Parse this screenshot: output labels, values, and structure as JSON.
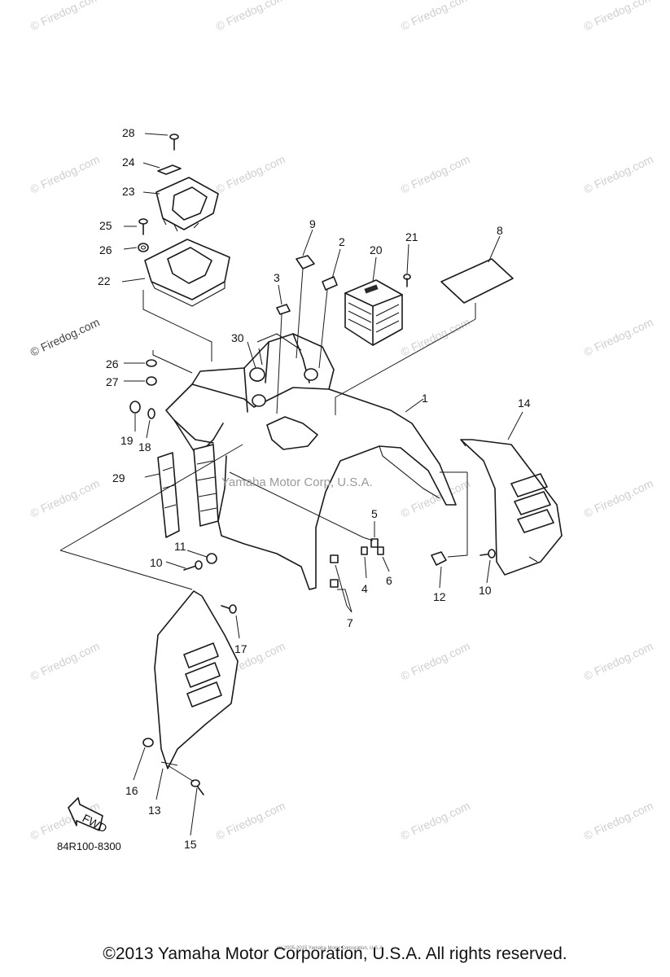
{
  "watermark": {
    "text": "© Firedog.com",
    "center_text": "Yamaha Motor Corp, U.S.A.",
    "color": "#cfcfcf"
  },
  "callouts": {
    "c1": "1",
    "c2": "2",
    "c3": "3",
    "c4": "4",
    "c5": "5",
    "c6": "6",
    "c7": "7",
    "c8": "8",
    "c9": "9",
    "c10a": "10",
    "c10b": "10",
    "c11": "11",
    "c12": "12",
    "c13": "13",
    "c14": "14",
    "c15": "15",
    "c16": "16",
    "c17": "17",
    "c18": "18",
    "c19": "19",
    "c20": "20",
    "c21": "21",
    "c22": "22",
    "c23": "23",
    "c24": "24",
    "c25": "25",
    "c26a": "26",
    "c26b": "26",
    "c27": "27",
    "c28": "28",
    "c29": "29",
    "c30": "30"
  },
  "fwd_label": "FWD",
  "part_number": "84R100-8300",
  "footer": {
    "copyright": "©2013 Yamaha Motor Corporation, U.S.A. All rights reserved.",
    "tiny": "(c) 2005-2015 Yamaha Motor Corporation, U.S.A."
  }
}
